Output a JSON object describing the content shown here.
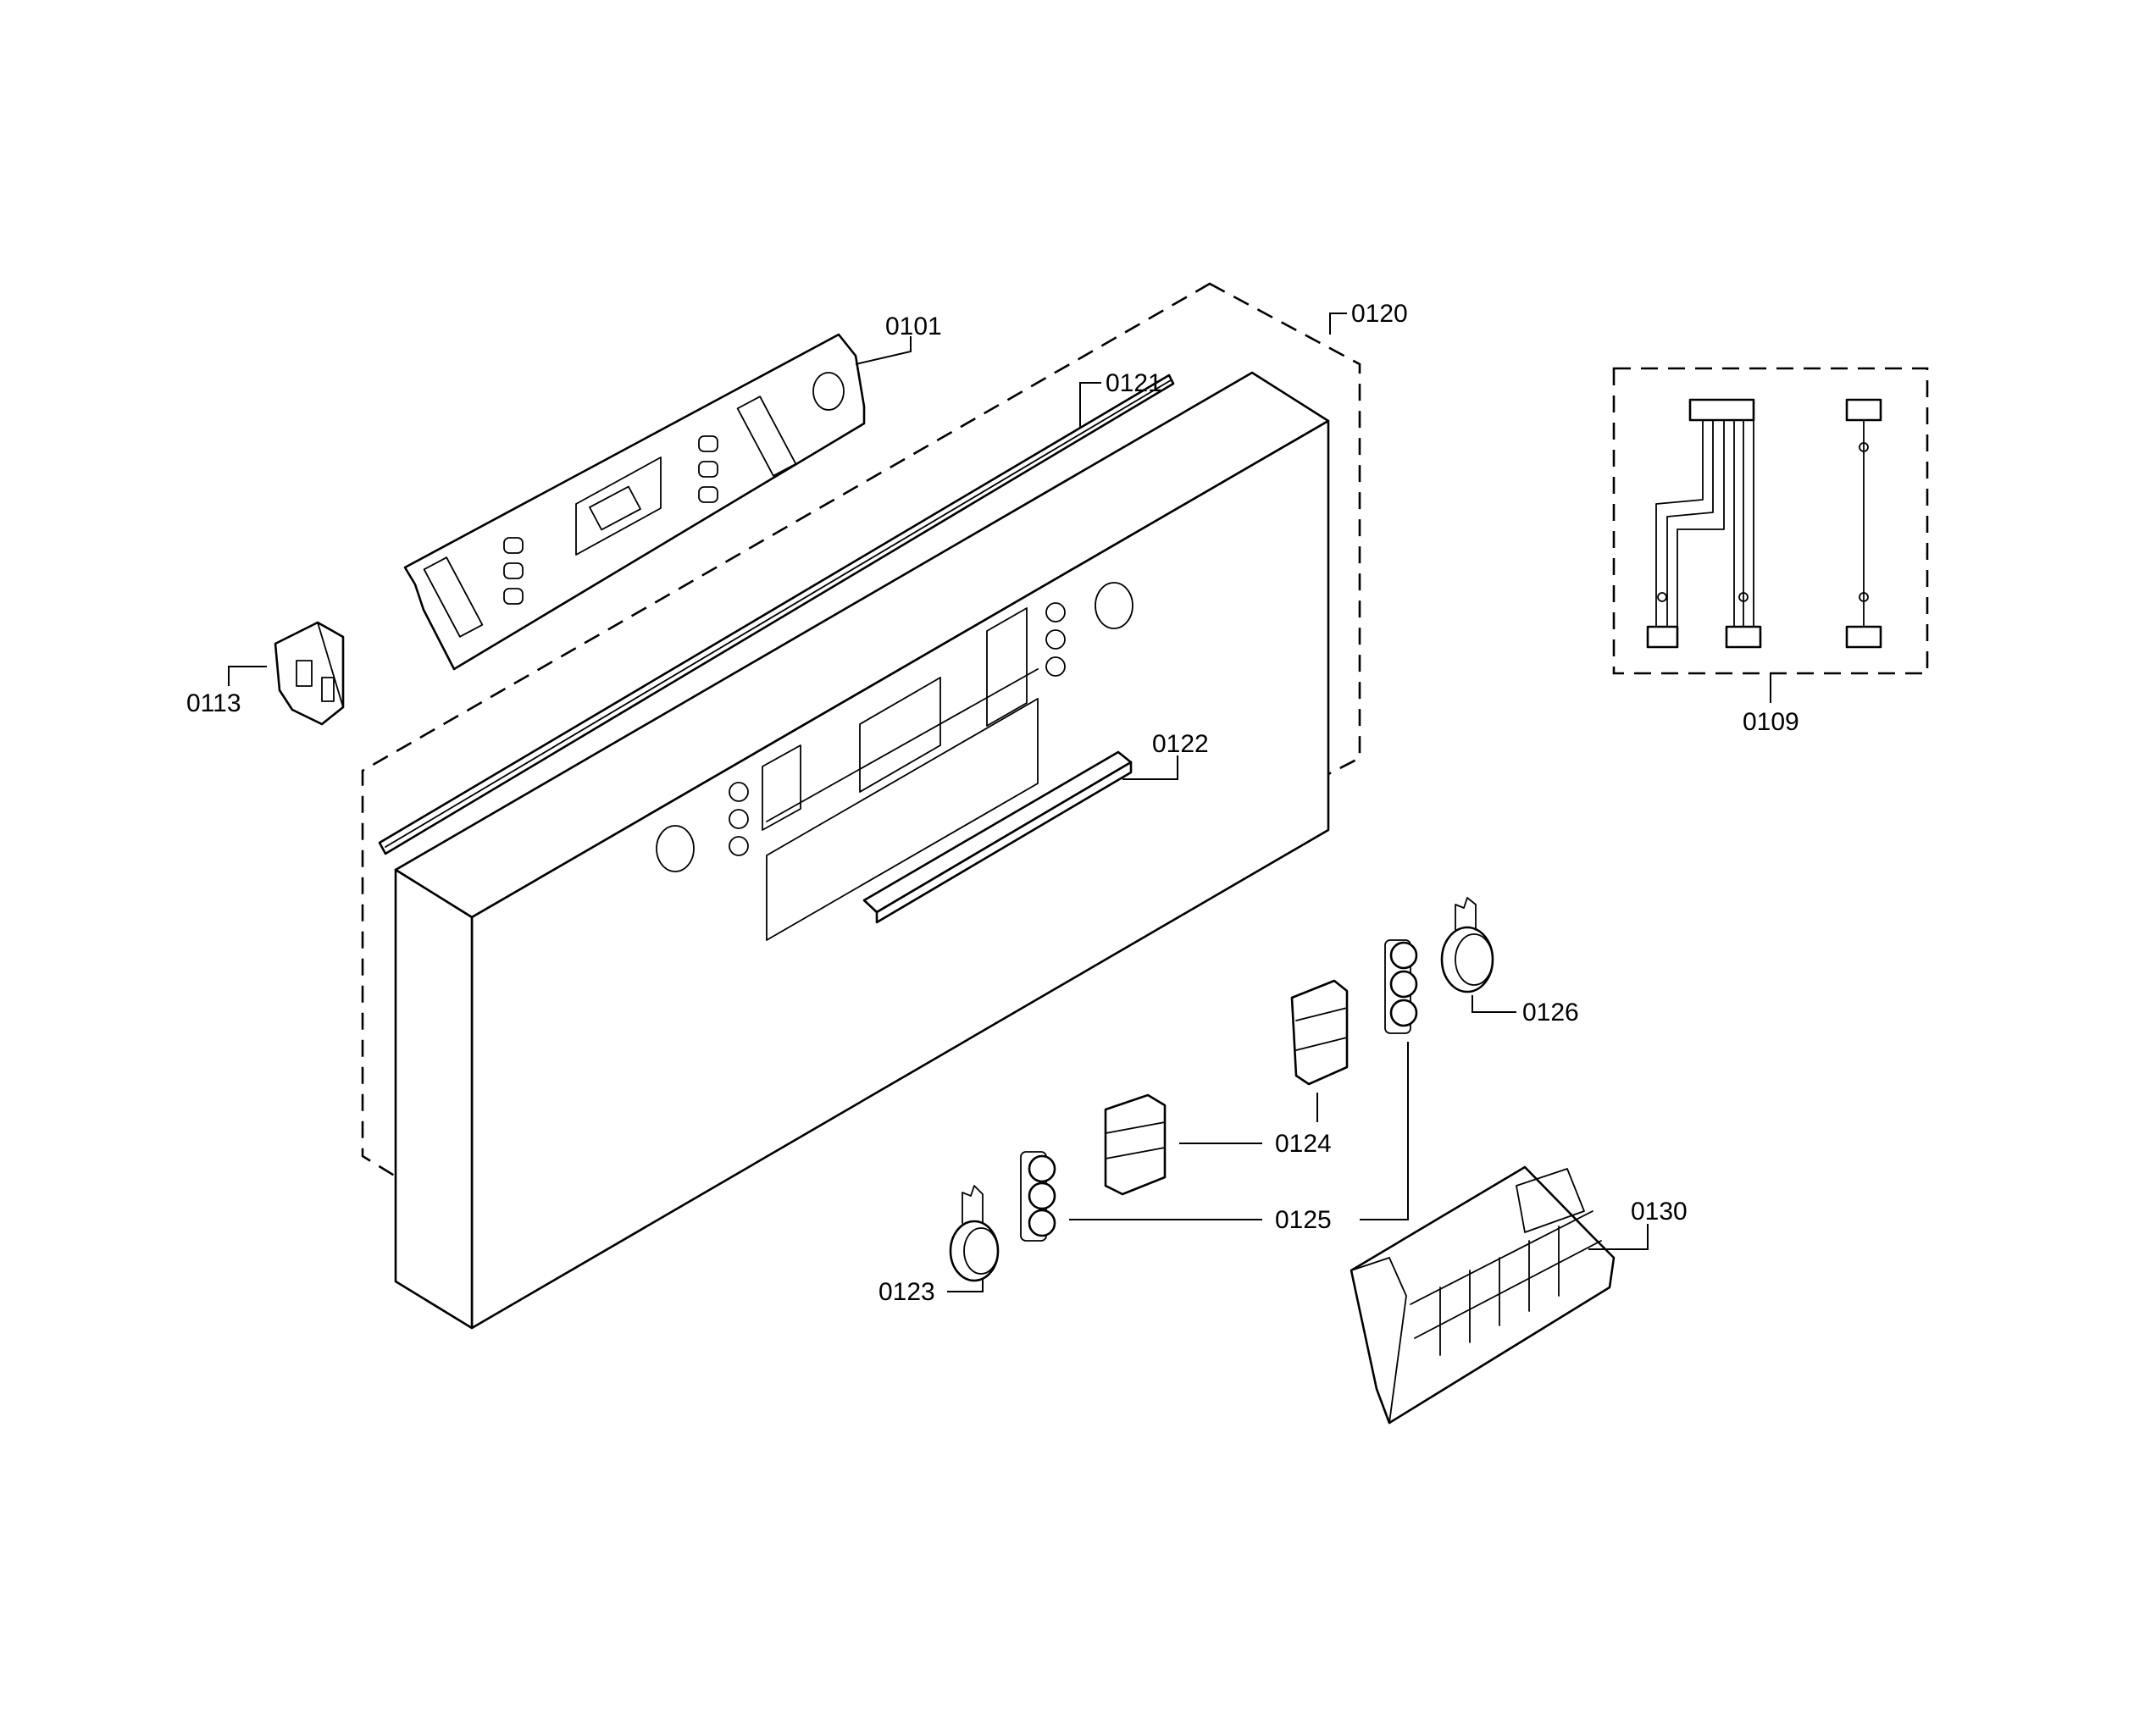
{
  "diagram": {
    "type": "exploded-parts-diagram",
    "parts": [
      {
        "id": "0101",
        "label": "0101"
      },
      {
        "id": "0109",
        "label": "0109"
      },
      {
        "id": "0113",
        "label": "0113"
      },
      {
        "id": "0120",
        "label": "0120"
      },
      {
        "id": "0121",
        "label": "0121"
      },
      {
        "id": "0122",
        "label": "0122"
      },
      {
        "id": "0123",
        "label": "0123"
      },
      {
        "id": "0124",
        "label": "0124"
      },
      {
        "id": "0125",
        "label": "0125"
      },
      {
        "id": "0126",
        "label": "0126"
      },
      {
        "id": "0130",
        "label": "0130"
      }
    ]
  }
}
